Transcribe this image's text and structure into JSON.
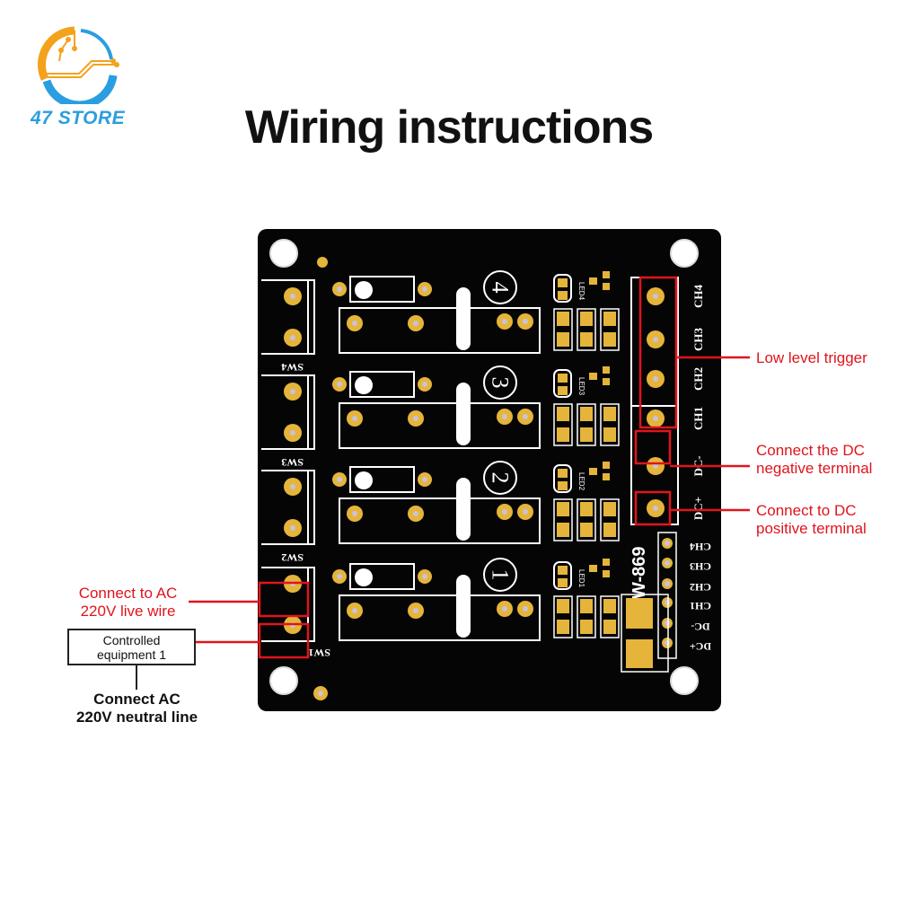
{
  "brand": {
    "name": "47 STORE",
    "colors": {
      "orange": "#f4a21c",
      "blue": "#2a9ee0"
    }
  },
  "title": "Wiring instructions",
  "annotations": {
    "low_level_trigger": "Low level trigger",
    "dc_negative": [
      "Connect the DC",
      "negative terminal"
    ],
    "dc_positive": [
      "Connect to DC",
      "positive terminal"
    ],
    "ac_live": [
      "Connect to AC",
      "220V live wire"
    ],
    "equipment": [
      "Controlled",
      "equipment 1"
    ],
    "ac_neutral": [
      "Connect AC",
      "220V neutral line"
    ]
  },
  "board": {
    "model": "HW-869",
    "switch_labels": [
      "SW4",
      "SW3",
      "SW2",
      "SW1"
    ],
    "relay_numbers": [
      "4",
      "3",
      "2",
      "1"
    ],
    "led_labels": [
      "LED4",
      "LED3",
      "LED2",
      "LED1"
    ],
    "terminal_labels": [
      "CH4",
      "CH3",
      "CH2",
      "CH1",
      "DC-",
      "DC+"
    ],
    "header_labels": [
      "CH4",
      "CH3",
      "CH2",
      "CH1",
      "DC-",
      "DC+"
    ],
    "colors": {
      "board": "#050505",
      "pad": "#e5b43a",
      "silk": "#ffffff",
      "highlight": "#e0141c"
    }
  }
}
